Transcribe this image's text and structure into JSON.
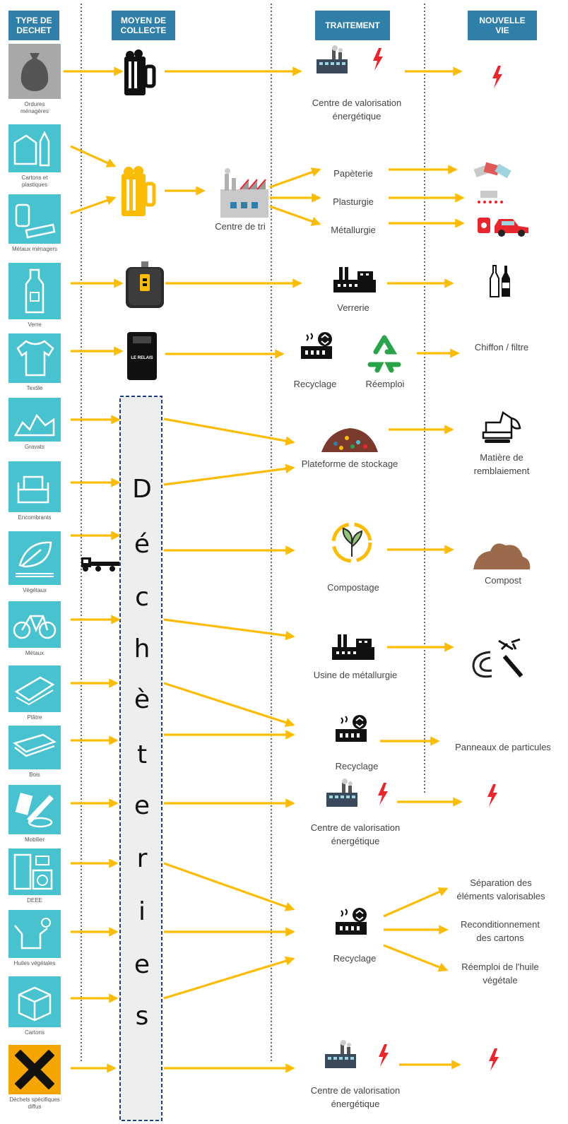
{
  "headers": {
    "type_dechet": "TYPE DE\nDECHET",
    "moyen_collecte": "MOYEN DE\nCOLLECTE",
    "traitement": "TRAITEMENT",
    "nouvelle_vie": "NOUVELLE\nVIE"
  },
  "waste_types": [
    "Ordures\nménagères",
    "Cartons et\nplastiques",
    "Métaux ménagers",
    "Verre",
    "Textile",
    "Gravats",
    "Encombrants",
    "Végétaux",
    "Métaux",
    "Plâtre",
    "Bois",
    "Mobilier",
    "DEEE",
    "Huiles végétales",
    "Cartons",
    "Déchets spécifiques\ndiffus"
  ],
  "collection": {
    "sorting_center": "Centre de tri",
    "relais_label": "LE RELAIS",
    "decheteries_letters": [
      "D",
      "é",
      "c",
      "h",
      "è",
      "t",
      "e",
      "r",
      "i",
      "e",
      "s"
    ]
  },
  "treatments": {
    "energy_1": "Centre de valorisation\nénergétique",
    "papeterie": "Papèterie",
    "plasturgie": "Plasturgie",
    "metallurgie": "Métallurgie",
    "verrerie": "Verrerie",
    "recyclage_textile": "Recyclage",
    "reemploi": "Réemploi",
    "stockage": "Plateforme de stockage",
    "compostage": "Compostage",
    "usine_metallurgie": "Usine de métallurgie",
    "recyclage_bois": "Recyclage",
    "energy_2": "Centre de valorisation\nénergétique",
    "recyclage_multi": "Recyclage",
    "energy_3": "Centre de valorisation\nénergétique"
  },
  "new_life": {
    "chiffon": "Chiffon / filtre",
    "remblai": "Matière de\nremblaiement",
    "compost": "Compost",
    "panneaux": "Panneaux de particules",
    "separation": "Séparation des\néléments valorisables",
    "recond": "Reconditionnement\ndes cartons",
    "reemploi_huile": "Réemploi de l'huile\nvégétale"
  },
  "colors": {
    "header": "#2f7fa8",
    "waste_tile": "#49c2d0",
    "arrow": "#fbbc05",
    "energy_bolt": "#e8262e",
    "dashed_border": "#1f3f7a",
    "decheteries_fill": "#eeeeee"
  }
}
